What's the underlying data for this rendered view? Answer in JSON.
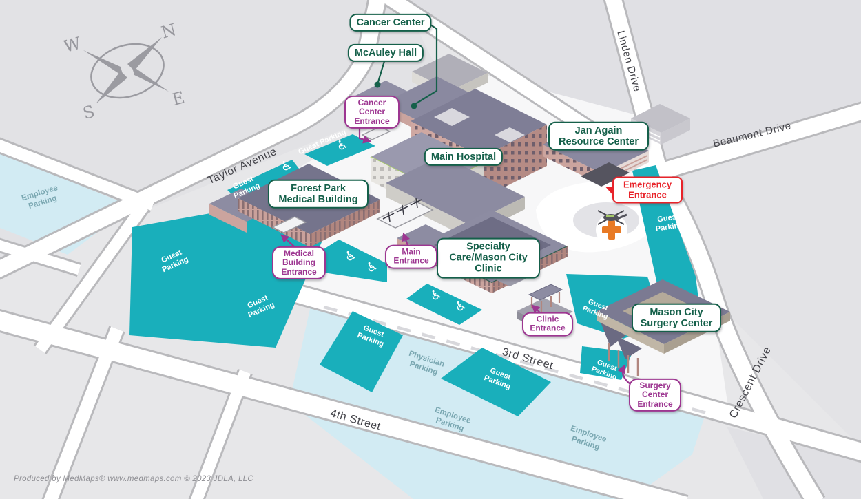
{
  "map": {
    "compass": {
      "n": "N",
      "e": "E",
      "s": "S",
      "w": "W"
    },
    "buildings": {
      "cancer_center": "Cancer Center",
      "mcauley_hall": "McAuley Hall",
      "main_hospital": "Main Hospital",
      "jan_again": "Jan Again Resource Center",
      "forest_park": "Forest Park Medical Building",
      "specialty_care": "Specialty Care/Mason City Clinic",
      "surgery_center": "Mason City Surgery Center"
    },
    "entrances": {
      "cancer_center": "Cancer Center Entrance",
      "emergency": "Emergency Entrance",
      "medical_building": "Medical Building Entrance",
      "main": "Main Entrance",
      "clinic": "Clinic Entrance",
      "surgery_center": "Surgery Center Entrance"
    },
    "streets": {
      "taylor": "Taylor Avenue",
      "linden": "Linden Drive",
      "beaumont": "Beaumont Drive",
      "crescent": "Crescent Drive",
      "third": "3rd Street",
      "fourth": "4th Street"
    },
    "parking": {
      "guest": "Guest Parking",
      "employee": "Employee Parking",
      "physician": "Physician Parking"
    },
    "icons": {
      "wheelchair": "♿"
    },
    "colors": {
      "teal": "#19afbb",
      "pale_blue": "#d2ebf3",
      "green": "#15604a",
      "purple": "#9d3691",
      "red": "#e8232a",
      "helipad_cross": "#e87a25"
    },
    "footer": "Produced by MedMaps®  www.medmaps.com  © 2023 JDLA, LLC"
  }
}
